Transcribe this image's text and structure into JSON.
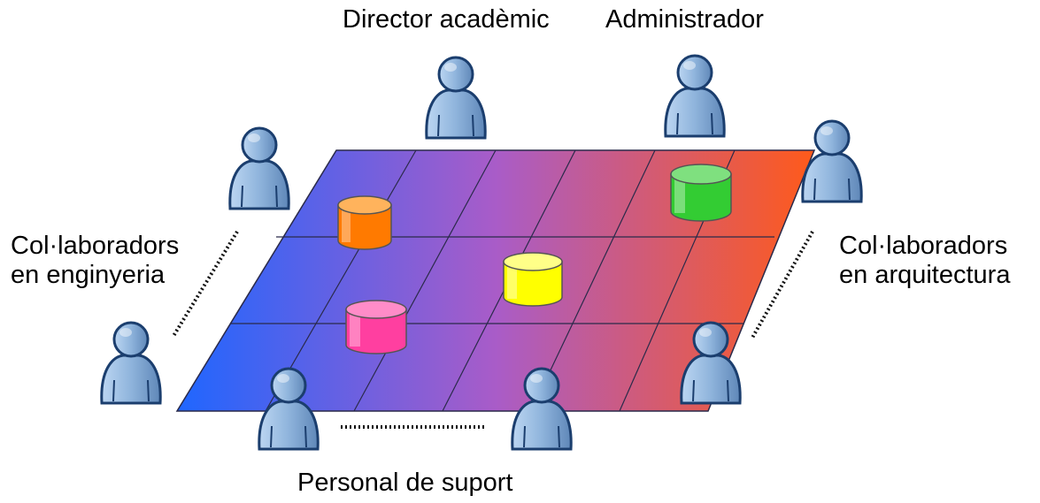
{
  "labels": {
    "director": "Director acadèmic",
    "administrator": "Administrador",
    "engineering": [
      "Col·laboradors",
      "en enginyeria"
    ],
    "architecture": [
      "Col·laboradors",
      "en arquitectura"
    ],
    "support": "Personal de suport"
  },
  "colors": {
    "grid_left": "#1f66ff",
    "grid_mid": "#a95cc8",
    "grid_right": "#ff5a1a",
    "person_fill": "#8fb4dc",
    "person_stroke": "#1b3e6e",
    "cylinders": [
      "#ff7a00",
      "#ffff00",
      "#ff3fa0",
      "#33cc33"
    ]
  },
  "icons": [
    "person-icon",
    "database-cylinder-icon"
  ]
}
